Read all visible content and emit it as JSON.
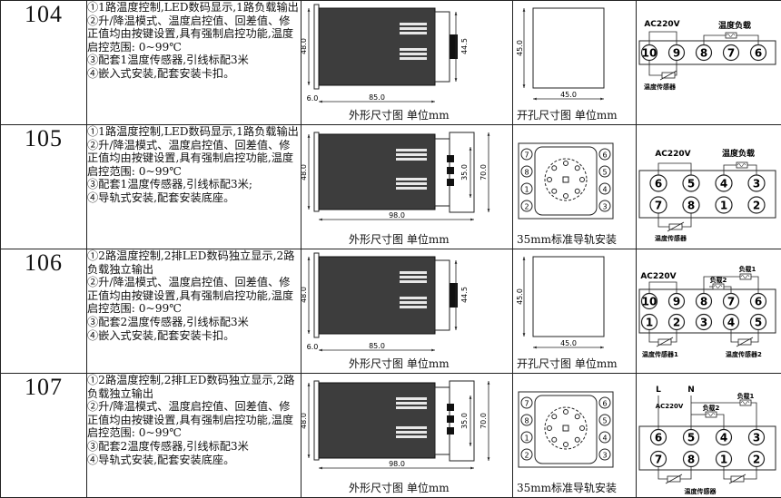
{
  "rows": [
    {
      "number": "104",
      "desc": [
        "①1路温度控制,LED数码显示,1路负载输出",
        "②升/降温模式、温度启控值、回差值、修正值均由按键设置,具有强制启控功能,温度启控范围: 0~99℃",
        "③配套1温度传感器,引线标配3米",
        "④嵌入式安装,配套安装卡扣。"
      ],
      "dim_caption": "外形尺寸图 单位mm",
      "dims": {
        "height": "48.0",
        "width": "85.0",
        "panel": "44.5",
        "bezel": "6.0"
      },
      "hole_caption": "开孔尺寸图 单位mm",
      "hole": {
        "h": "45.0",
        "w": "45.0"
      },
      "wiring": {
        "ac": "AC220V",
        "load": "温度负载",
        "sensor": "温度传感器",
        "top": [
          "10",
          "9",
          "8",
          "7",
          "6"
        ],
        "bottom": []
      }
    },
    {
      "number": "105",
      "desc": [
        "①1路温度控制,LED数码显示,1路负载输出",
        "②升/降温模式、温度启控值、回差值、修正值均由按键设置,具有强制启控功能,温度启控范围: 0~99℃",
        "③配套1温度传感器,引线标配3米;",
        "④导轨式安装,配套安装底座。"
      ],
      "dim_caption": "外形尺寸图 单位mm",
      "dims": {
        "height": "48.0",
        "width": "98.0",
        "base": "35.0",
        "depth": "70.0"
      },
      "hole_caption": "35mm标准导轨安装",
      "socket": {
        "left": [
          "7",
          "8",
          "1",
          "2"
        ],
        "right": [
          "6",
          "5",
          "4",
          "3"
        ]
      },
      "wiring": {
        "ac": "AC220V",
        "load": "温度负载",
        "sensor": "温度传感器",
        "top": [
          "6",
          "5",
          "4",
          "3"
        ],
        "bottom": [
          "7",
          "8",
          "1",
          "2"
        ]
      }
    },
    {
      "number": "106",
      "desc": [
        "①2路温度控制,2排LED数码独立显示,2路负载独立输出",
        "②升/降温模式、温度启控值、回差值、修正值均由按键设置,具有强制启控功能,温度启控范围: 0~99℃",
        "③配套2温度传感器,引线标配3米",
        "④嵌入式安装,配套安装卡扣。"
      ],
      "dim_caption": "外形尺寸图 单位mm",
      "dims": {
        "height": "48.0",
        "width": "85.0",
        "panel": "44.5",
        "bezel": "6.0"
      },
      "hole_caption": "开孔尺寸图 单位mm",
      "hole": {
        "h": "45.0",
        "w": "45.0"
      },
      "wiring": {
        "ac": "AC220V",
        "load1": "负载1",
        "load2": "负载2",
        "sensor1": "温度传感器1",
        "sensor2": "温度传感器2",
        "top": [
          "10",
          "9",
          "8",
          "7",
          "6"
        ],
        "bottom": [
          "1",
          "2",
          "3",
          "4",
          "5"
        ]
      }
    },
    {
      "number": "107",
      "desc": [
        "①2路温度控制,2排LED数码独立显示,2路负载独立输出",
        "②升/降温模式、温度启控值、回差值、修正值均由按键设置,具有强制启控功能,温度启控范围: 0~99℃",
        "③配套2温度传感器,引线标配3米",
        "④导轨式安装,配套安装底座。"
      ],
      "dim_caption": "外形尺寸图 单位mm",
      "dims": {
        "height": "48.0",
        "width": "98.0",
        "base": "35.0",
        "depth": "70.0"
      },
      "hole_caption": "35mm标准导轨安装",
      "socket": {
        "left": [
          "7",
          "8",
          "1",
          "2"
        ],
        "right": [
          "6",
          "5",
          "4",
          "3"
        ]
      },
      "wiring": {
        "l": "L",
        "n": "N",
        "ac": "AC220V",
        "load1": "负载1",
        "load2": "负载2",
        "sensor": "温度传感器",
        "top": [
          "6",
          "5",
          "4",
          "3"
        ],
        "bottom": [
          "7",
          "8",
          "1",
          "2"
        ]
      }
    }
  ]
}
